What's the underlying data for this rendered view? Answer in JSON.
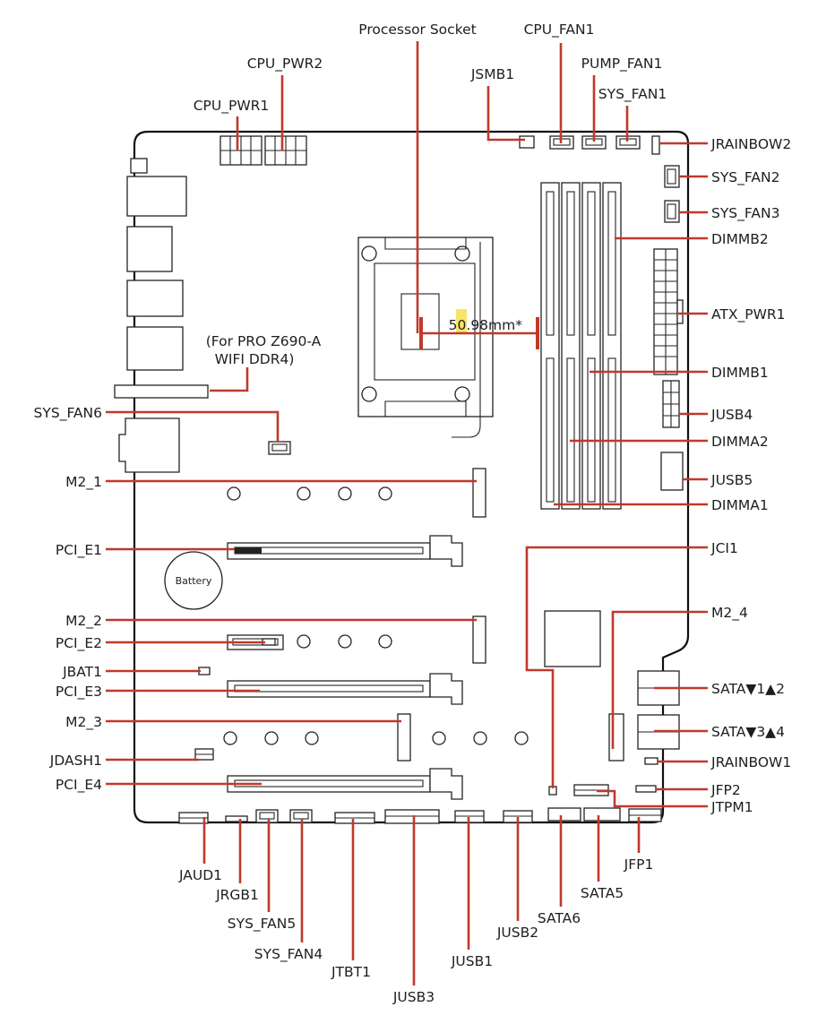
{
  "labels": {
    "processor_socket": "Processor Socket",
    "cpu_fan1": "CPU_FAN1",
    "pump_fan1": "PUMP_FAN1",
    "sys_fan1": "SYS_FAN1",
    "jsmb1": "JSMB1",
    "cpu_pwr2": "CPU_PWR2",
    "cpu_pwr1": "CPU_PWR1",
    "jrainbow2": "JRAINBOW2",
    "sys_fan2": "SYS_FAN2",
    "sys_fan3": "SYS_FAN3",
    "dimmb2": "DIMMB2",
    "atx_pwr1": "ATX_PWR1",
    "dimmb1": "DIMMB1",
    "jusb4": "JUSB4",
    "dimma2": "DIMMA2",
    "jusb5": "JUSB5",
    "dimma1": "DIMMA1",
    "jci1": "JCI1",
    "m2_4": "M2_4",
    "sata12": "SATA▼1▲2",
    "sata34": "SATA▼3▲4",
    "jrainbow1": "JRAINBOW1",
    "jfp2": "JFP2",
    "jtpm1": "JTPM1",
    "for_pro_line1": "(For PRO Z690-A",
    "for_pro_line2": "WIFI DDR4)",
    "sys_fan6": "SYS_FAN6",
    "m2_1": "M2_1",
    "pci_e1": "PCI_E1",
    "m2_2": "M2_2",
    "pci_e2": "PCI_E2",
    "jbat1": "JBAT1",
    "pci_e3": "PCI_E3",
    "m2_3": "M2_3",
    "jdash1": "JDASH1",
    "pci_e4": "PCI_E4",
    "jaud1": "JAUD1",
    "jrgb1": "JRGB1",
    "sys_fan5": "SYS_FAN5",
    "sys_fan4": "SYS_FAN4",
    "jtbt1": "JTBT1",
    "jusb3": "JUSB3",
    "jusb1": "JUSB1",
    "jusb2": "JUSB2",
    "sata6": "SATA6",
    "sata5": "SATA5",
    "jfp1": "JFP1",
    "battery": "Battery",
    "dimension": "50.98mm*"
  },
  "colors": {
    "leader": "#c0392b",
    "highlight": "#f5e04f",
    "outline": "#111111"
  }
}
